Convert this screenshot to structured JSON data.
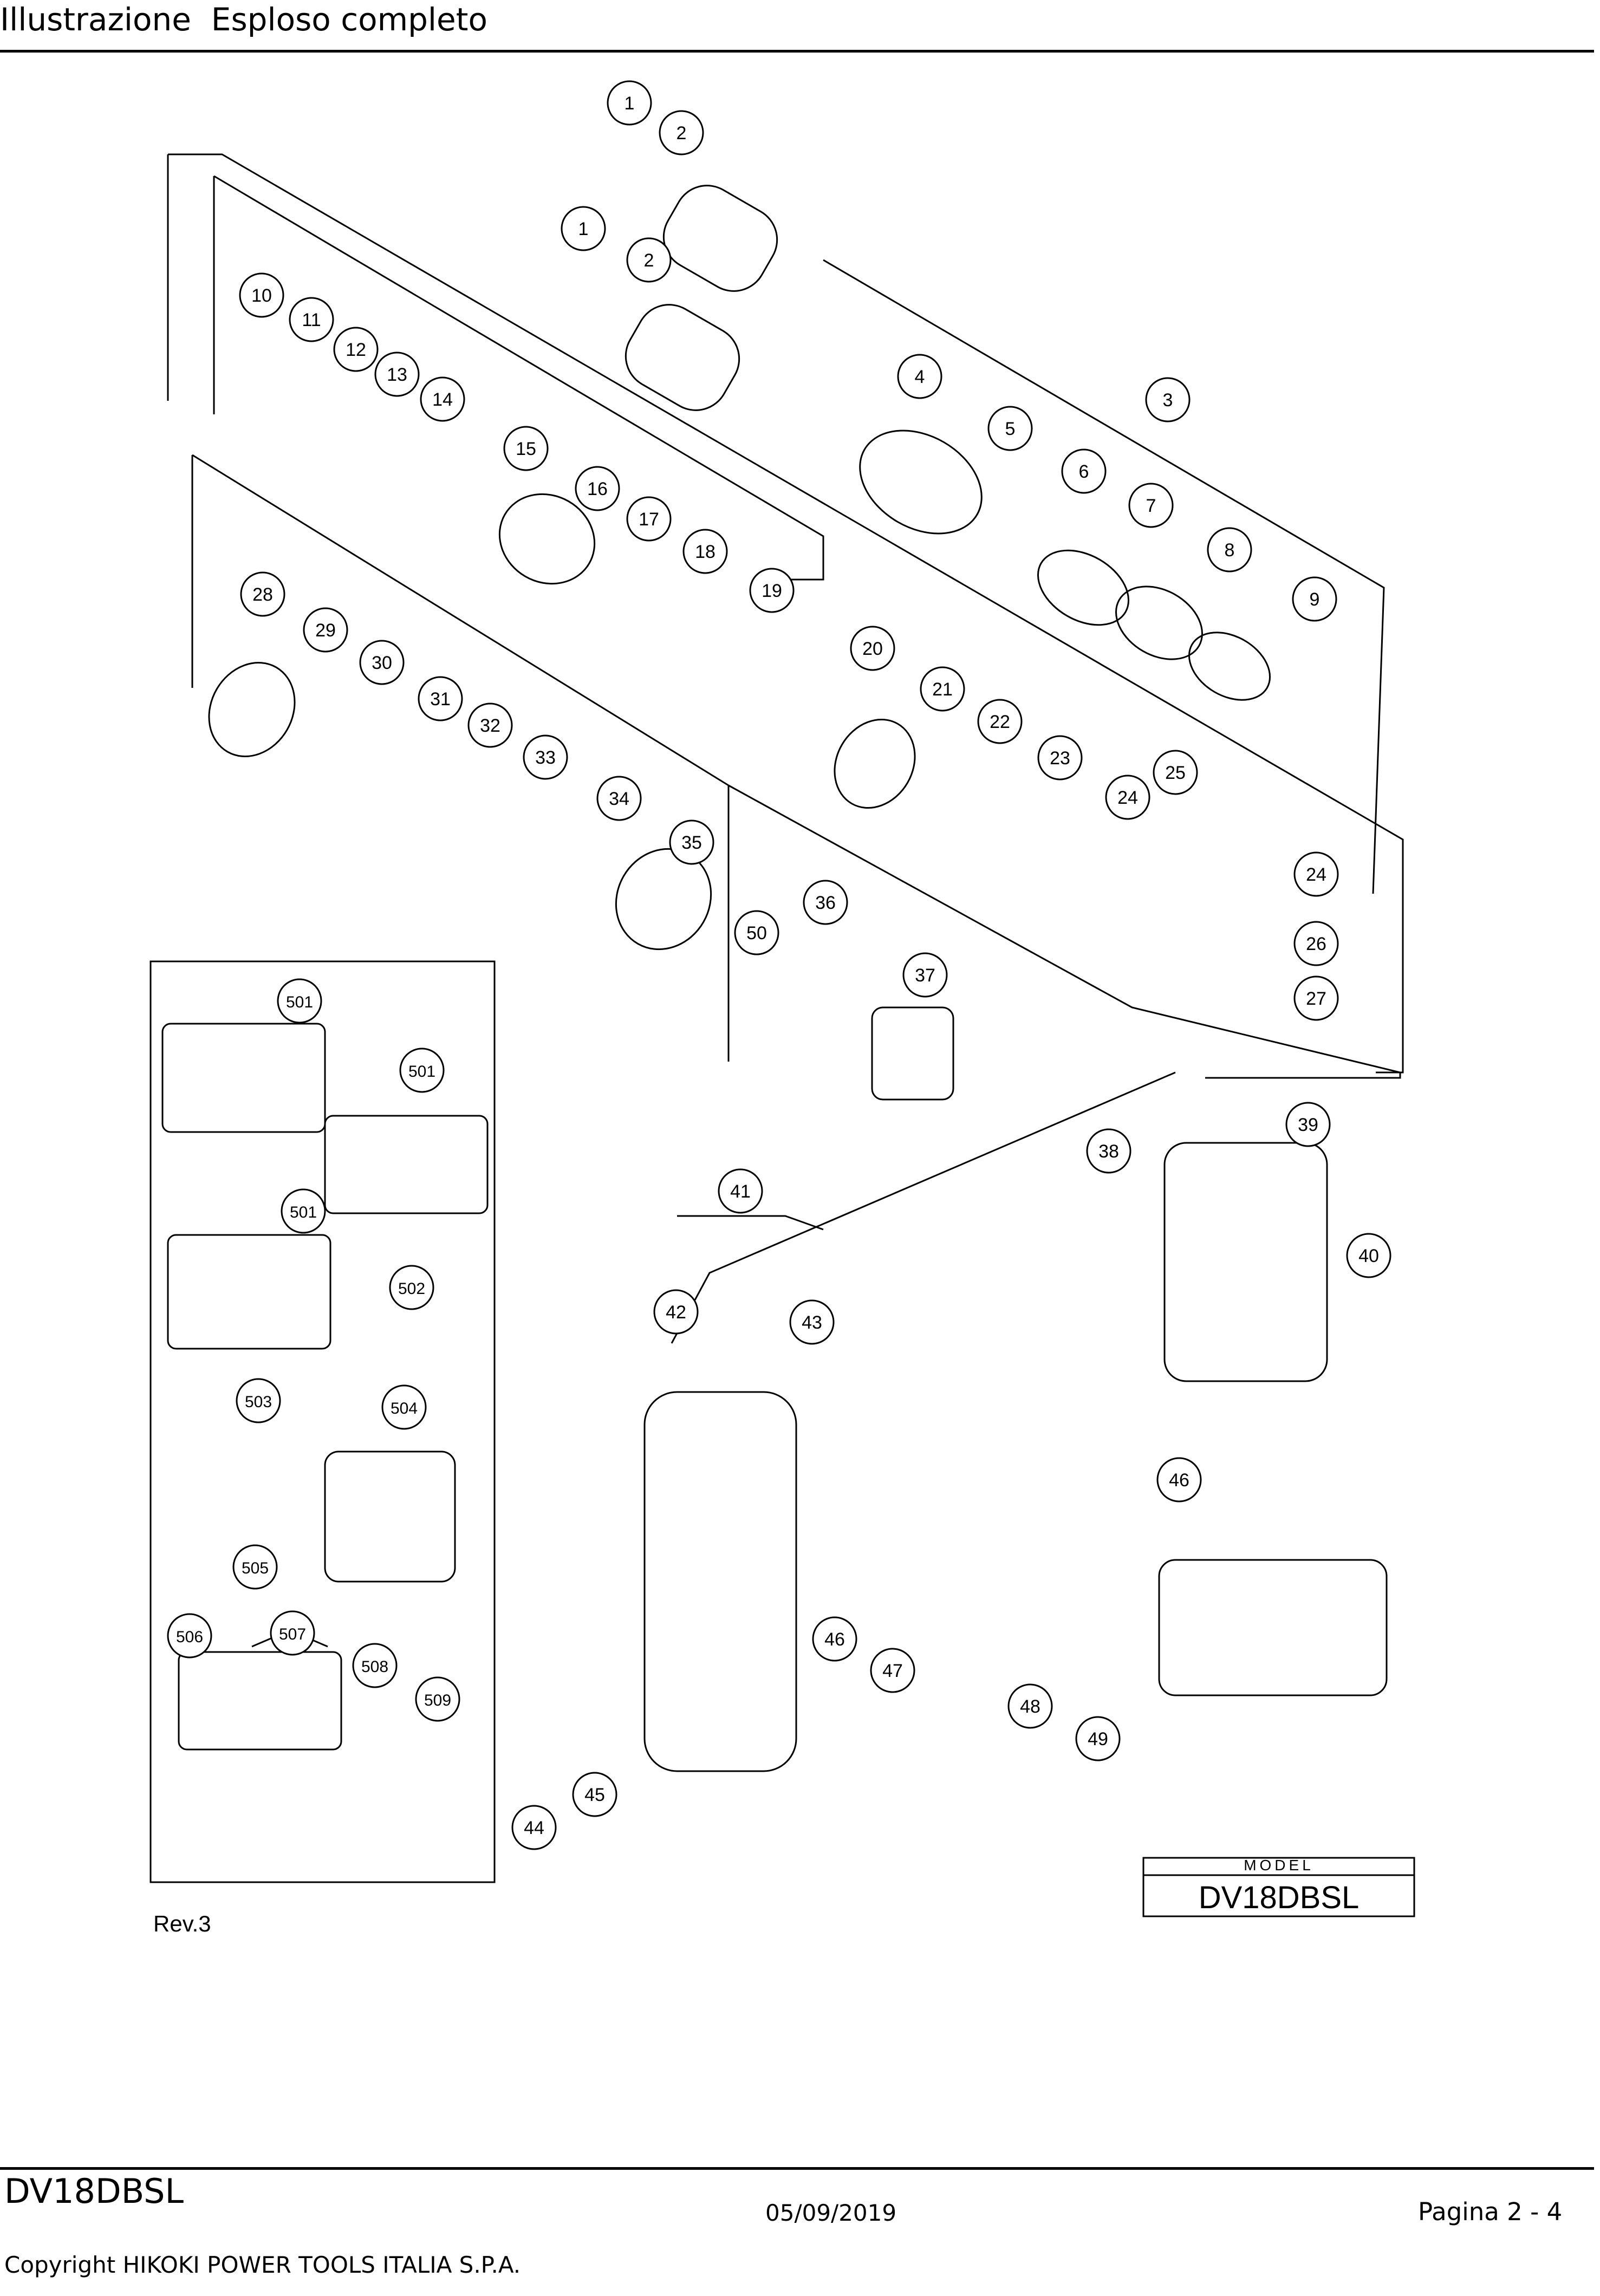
{
  "header": {
    "title": "Illustrazione  Esploso completo"
  },
  "diagram": {
    "revision": "Rev.3",
    "model_box": {
      "caption": "MODEL",
      "value": "DV18DBSL"
    },
    "part_callouts": [
      {
        "label": "1"
      },
      {
        "label": "2"
      },
      {
        "label": "1"
      },
      {
        "label": "2"
      },
      {
        "label": "10"
      },
      {
        "label": "11"
      },
      {
        "label": "12"
      },
      {
        "label": "13"
      },
      {
        "label": "14"
      },
      {
        "label": "15"
      },
      {
        "label": "16"
      },
      {
        "label": "17"
      },
      {
        "label": "18"
      },
      {
        "label": "19"
      },
      {
        "label": "20"
      },
      {
        "label": "21"
      },
      {
        "label": "22"
      },
      {
        "label": "23"
      },
      {
        "label": "24"
      },
      {
        "label": "25"
      },
      {
        "label": "24"
      },
      {
        "label": "26"
      },
      {
        "label": "27"
      },
      {
        "label": "3"
      },
      {
        "label": "4"
      },
      {
        "label": "5"
      },
      {
        "label": "6"
      },
      {
        "label": "7"
      },
      {
        "label": "8"
      },
      {
        "label": "9"
      },
      {
        "label": "28"
      },
      {
        "label": "29"
      },
      {
        "label": "30"
      },
      {
        "label": "31"
      },
      {
        "label": "32"
      },
      {
        "label": "33"
      },
      {
        "label": "34"
      },
      {
        "label": "35"
      },
      {
        "label": "36"
      },
      {
        "label": "50"
      },
      {
        "label": "37"
      },
      {
        "label": "38"
      },
      {
        "label": "39"
      },
      {
        "label": "40"
      },
      {
        "label": "41"
      },
      {
        "label": "42"
      },
      {
        "label": "43"
      },
      {
        "label": "46"
      },
      {
        "label": "46"
      },
      {
        "label": "47"
      },
      {
        "label": "48"
      },
      {
        "label": "49"
      },
      {
        "label": "45"
      },
      {
        "label": "44"
      },
      {
        "label": "501"
      },
      {
        "label": "501"
      },
      {
        "label": "501"
      },
      {
        "label": "502"
      },
      {
        "label": "503"
      },
      {
        "label": "504"
      },
      {
        "label": "505"
      },
      {
        "label": "506"
      },
      {
        "label": "507"
      },
      {
        "label": "508"
      },
      {
        "label": "509"
      }
    ]
  },
  "footer": {
    "model": "DV18DBSL",
    "date": "05/09/2019",
    "page": "Pagina 2 - 4",
    "copyright": "Copyright HIKOKI POWER TOOLS ITALIA S.P.A."
  }
}
